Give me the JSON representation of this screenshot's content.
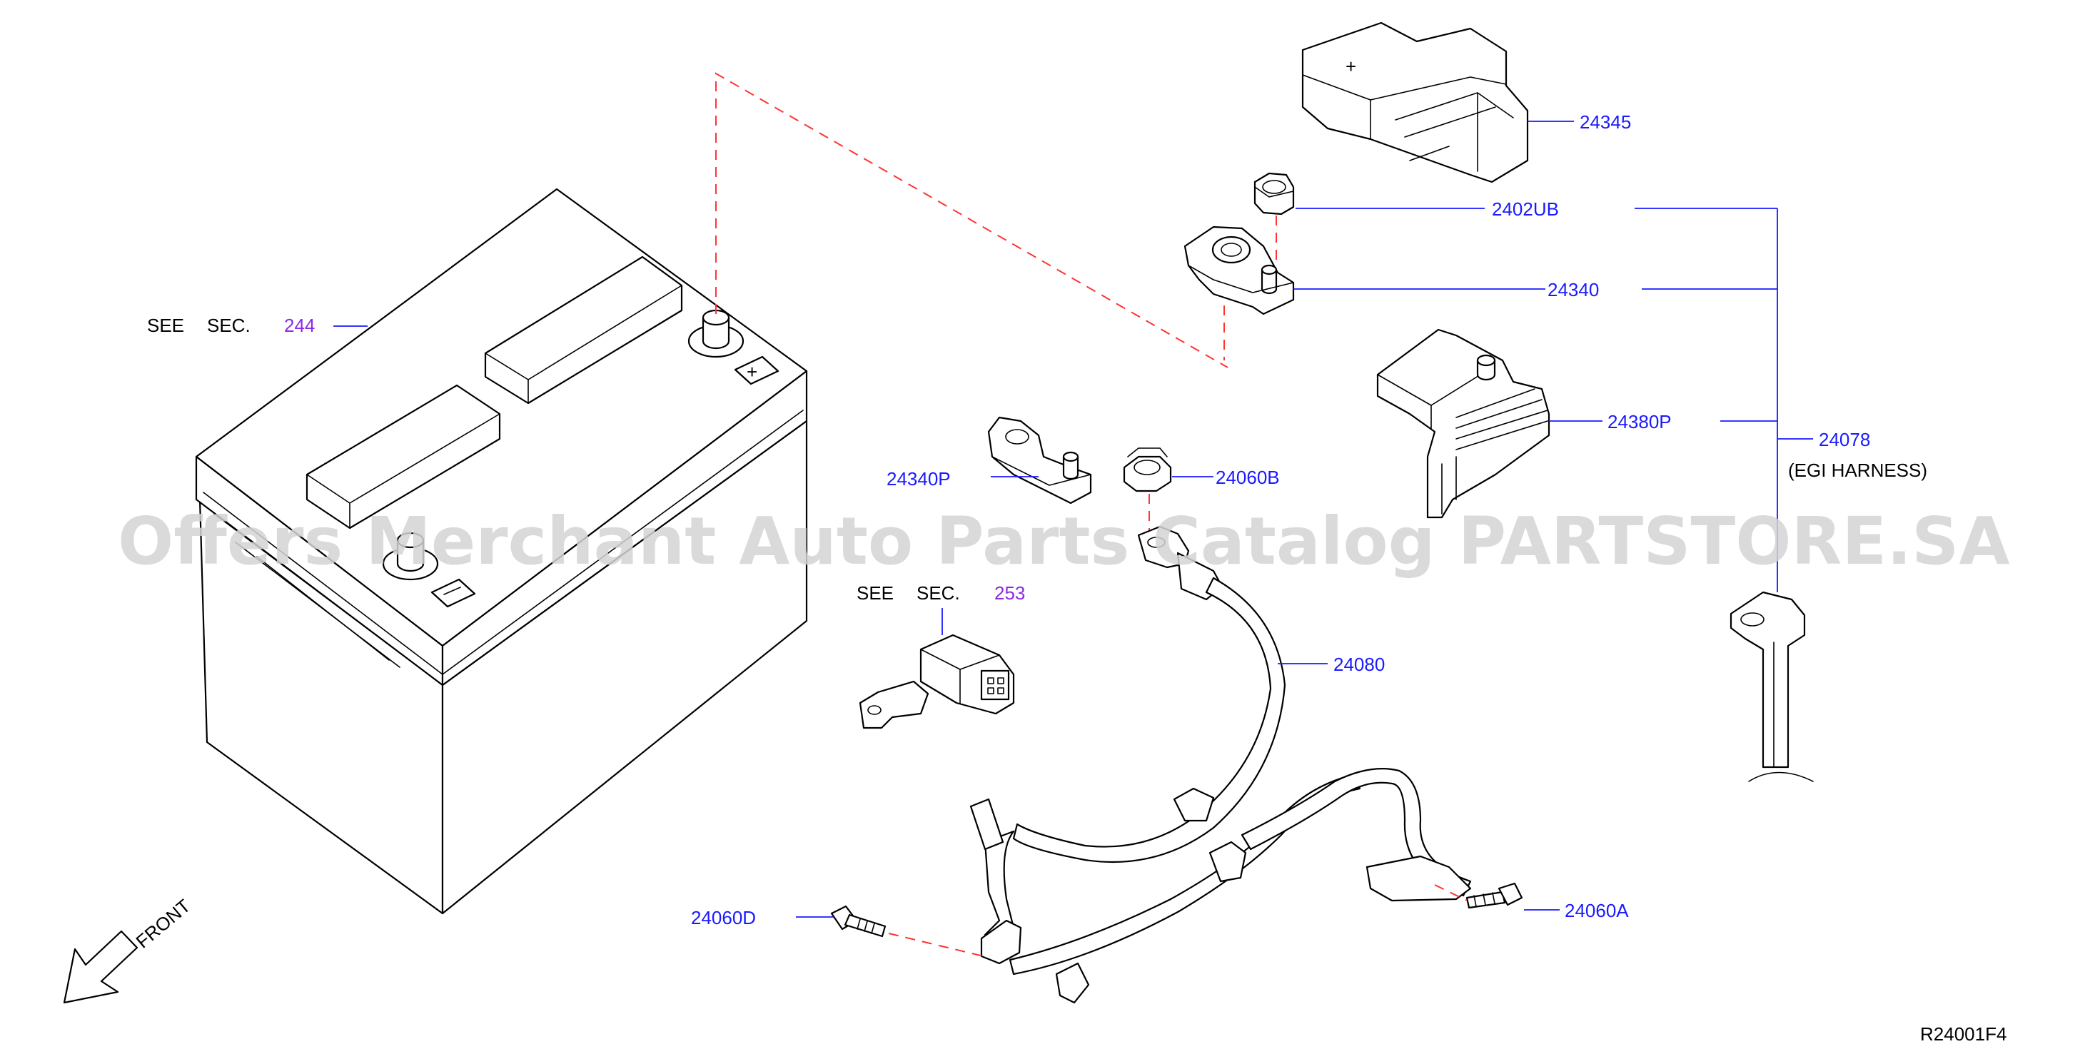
{
  "watermark": "Offers Merchant Auto Parts Catalog PARTSTORE.SA",
  "references": {
    "battery": {
      "see_label": "SEE",
      "sec_label": "SEC.",
      "section": "244"
    },
    "sensor": {
      "see_label": "SEE",
      "sec_label": "SEC.",
      "section": "253"
    }
  },
  "part_numbers": {
    "p24345": "24345",
    "p2402UB": "2402UB",
    "p24340": "24340",
    "p24380P": "24380P",
    "p24078": "24078",
    "p24078_note": "(EGI  HARNESS)",
    "p24340P": "24340P",
    "p24060B": "24060B",
    "p24080": "24080",
    "p24060D": "24060D",
    "p24060A": "24060A"
  },
  "front_label": "FRONT",
  "diagram_id": "R24001F4",
  "colors": {
    "part_number": "#1a1aff",
    "section_ref": "#8a2be2",
    "leader": "#1a1aff",
    "dashed_guide": "#ff3333",
    "watermark": "#d4d4d4"
  }
}
